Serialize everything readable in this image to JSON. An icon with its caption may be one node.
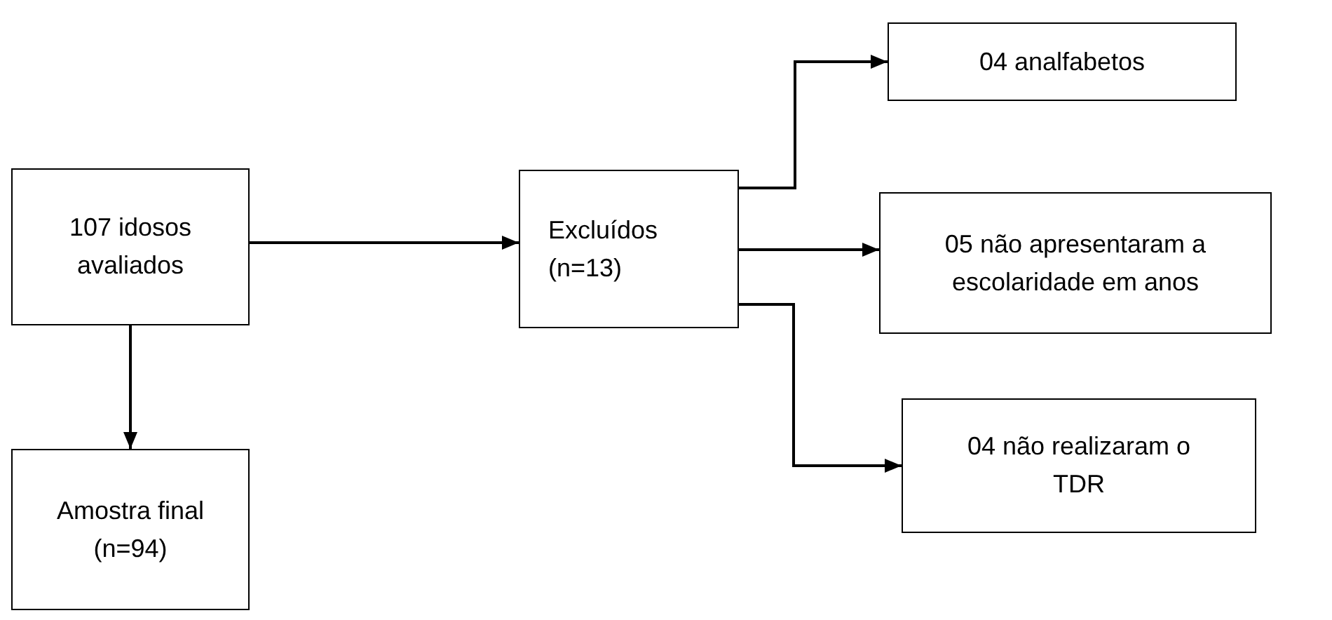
{
  "diagram": {
    "nodes": [
      {
        "text": [
          "107 idosos avaliados"
        ]
      },
      {
        "text": [
          "Excluídos (n=13)"
        ]
      },
      {
        "text": [
          "04 analfabetos"
        ]
      },
      {
        "text": [
          "05 não apresentaram a escolaridade em anos"
        ]
      },
      {
        "text": [
          "04 não realizaram o TDR"
        ]
      },
      {
        "text": [
          "Amostra final (n=94)"
        ]
      }
    ],
    "edges": [
      {
        "from": 0,
        "to": 1,
        "arrow": "to"
      },
      {
        "from": 0,
        "to": 5,
        "arrow": "to"
      },
      {
        "from": 1,
        "to": 2,
        "arrow": "to"
      },
      {
        "from": 1,
        "to": 3,
        "arrow": "to"
      },
      {
        "from": 1,
        "to": 4,
        "arrow": "to"
      }
    ]
  }
}
